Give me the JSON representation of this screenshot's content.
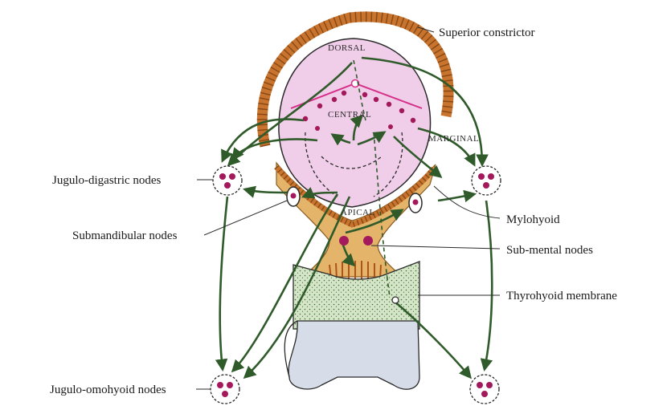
{
  "labels": {
    "superior_constrictor": "Superior constrictor",
    "jugulo_digastric": "Jugulo-digastric nodes",
    "submandibular": "Submandibular nodes",
    "jugulo_omohyoid": "Jugulo-omohyoid nodes",
    "mylohyoid": "Mylohyoid",
    "sub_mental": "Sub-mental nodes",
    "thyrohyoid": "Thyrohyoid membrane"
  },
  "regions": {
    "dorsal": "DORSAL",
    "central": "CENTRAL",
    "marginal": "MARGINAL",
    "apical": "APICAL"
  },
  "colors": {
    "constrictor": "#c8742e",
    "tongue": "#f0cde8",
    "tongue_outline": "#2a2a2a",
    "node_dot": "#a3195b",
    "sulcus_line": "#d6308a",
    "flow_arrow": "#2f5a2a",
    "mylohyoid_fill": "#e3b469",
    "thyrohyoid_fill": "#d5e6c8",
    "cartilage_fill": "#d7dde8"
  }
}
